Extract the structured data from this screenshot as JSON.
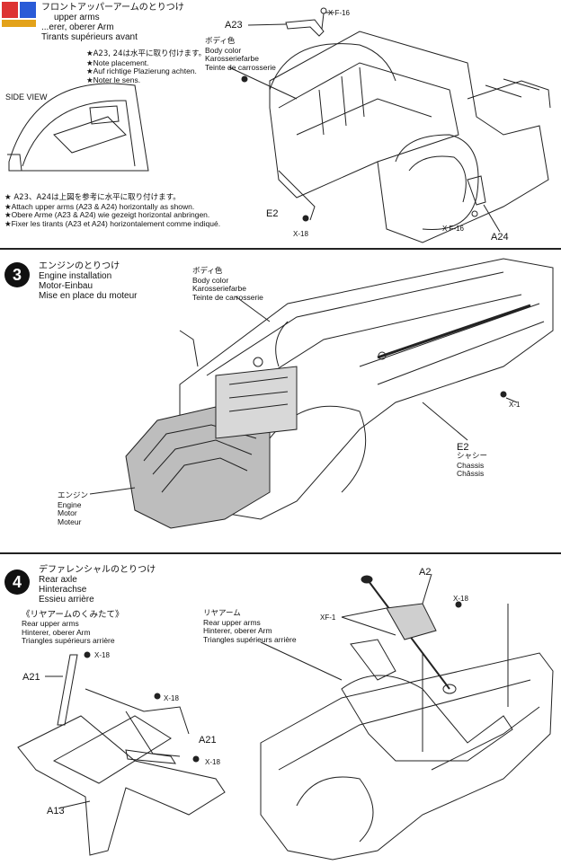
{
  "step_top": {
    "title_jp": "フロントアッパーアームのとりつけ",
    "title_en": "upper arms",
    "title_de": "...erer, oberer Arm",
    "title_fr": "Tirants supérieurs avant",
    "note1_lines": [
      "★A23, 24は水平に取り付けます。",
      "★Note placement.",
      "★Auf richtige Plazierung achten.",
      "★Noter le sens."
    ],
    "side_view": "SIDE VIEW",
    "note2_lines": [
      "★ A23、A24は上図を参考に水平に取り付けます。",
      "★Attach upper arms (A23 & A24) horizontally as shown.",
      "★Obere Arme (A23 & A24) wie gezeigt horizontal anbringen.",
      "★Fixer les tirants (A23 et A24) horizontalement comme indiqué."
    ],
    "body_color_lines": [
      "ボディ色",
      "Body color",
      "Karosseriefarbe",
      "Teinte de carrosserie"
    ],
    "part_a23": "A23",
    "part_a24": "A24",
    "part_e2": "E2",
    "screw_xf16_a": "X F-16",
    "screw_xf16_b": "X F-16",
    "screw_x18": "X-18"
  },
  "step3": {
    "number": "3",
    "title_jp": "エンジンのとりつけ",
    "title_en": "Engine installation",
    "title_de": "Motor-Einbau",
    "title_fr": "Mise en place du moteur",
    "body_color_lines": [
      "ボディ色",
      "Body color",
      "Karosseriefarbe",
      "Teinte de carrosserie"
    ],
    "screw_x1": "X-1",
    "e2_lines": [
      "E2",
      "シャシー",
      "Chassis",
      "Châssis"
    ],
    "engine_lines": [
      "エンジン",
      "Engine",
      "Motor",
      "Moteur"
    ]
  },
  "step4": {
    "number": "4",
    "title_jp": "デファレンシャルのとりつけ",
    "title_en": "Rear axle",
    "title_de": "Hinterachse",
    "title_fr": "Essieu arrière",
    "sub_jp": "《リヤアームのくみたて》",
    "sub_lines": [
      "Rear upper arms",
      "Hinterer, oberer Arm",
      "Triangles supérieurs arrière"
    ],
    "rear_arm_lines": [
      "リヤアーム",
      "Rear upper arms",
      "Hinterer, oberer Arm",
      "Triangles supérieurs arrière"
    ],
    "part_a2": "A2",
    "part_a21_a": "A21",
    "part_a21_b": "A21",
    "part_a13": "A13",
    "screw_xf1": "XF-1",
    "screw_x18_a": "X-18",
    "screw_x18_b": "X-18",
    "screw_x18_c": "X-18",
    "screw_x18_d": "X-18"
  }
}
